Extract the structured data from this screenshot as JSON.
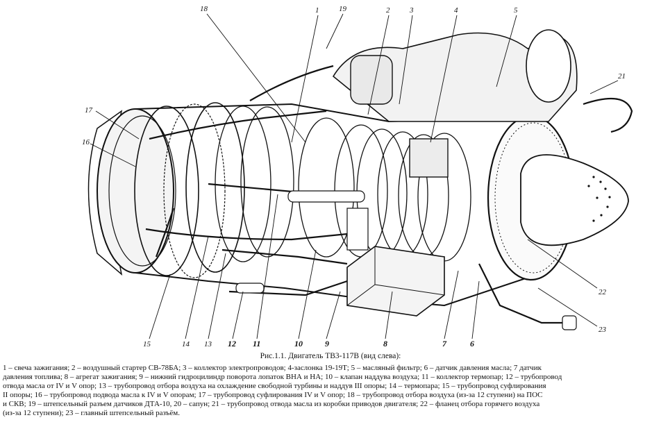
{
  "figure": {
    "callouts": {
      "c1": "1",
      "c2": "2",
      "c3": "3",
      "c4": "4",
      "c5": "5",
      "c6": "6",
      "c7": "7",
      "c8": "8",
      "c9": "9",
      "c10": "10",
      "c11": "11",
      "c12": "12",
      "c13": "13",
      "c14": "14",
      "c15": "15",
      "c16": "16",
      "c17": "17",
      "c18": "18",
      "c19": "19",
      "c21": "21",
      "c22": "22",
      "c23": "23"
    }
  },
  "caption": {
    "title": "Рис.1.1.   Двигатель  ТВ3-117В (вид слева):",
    "lines": [
      "1 – свеча зажигания; 2 – воздушный стартер СВ-78БА; 3 – коллектор электропроводов; 4-заслонка 19-19Т; 5 – масляный фильтр; 6 – датчик давления масла; 7  датчик",
      "давления топлива; 8 – агрегат зажигания; 9 – нижний гидроцилиндр поворота лопаток ВНА и НА; 10 – клапан наддува воздуха; 11 – коллектор термопар; 12 – трубопровод",
      "отвода масла от IV и V опор; 13 – трубопровод отбора воздуха на охлаждение свободной турбины и наддув III опоры; 14 – термопара; 15 – трубопровод       суфлирования",
      "II опоры; 16 – трубопровод подвода масла к IV и V опорам; 17 – трубопровод суфлирования IV и V опор; 18 – трубопровод отбора воздуха (из-за 12 ступени) на ПОС",
      " и СКВ; 19 – штепсельный разъем датчиков ДТА-10, 20 – сапун; 21 – трубопровод отвода масла из коробки приводов двигателя; 22 – фланец отбора горячего воздуха",
      "(из-за 12 ступени); 23 – главный штепсельный разъём."
    ]
  }
}
